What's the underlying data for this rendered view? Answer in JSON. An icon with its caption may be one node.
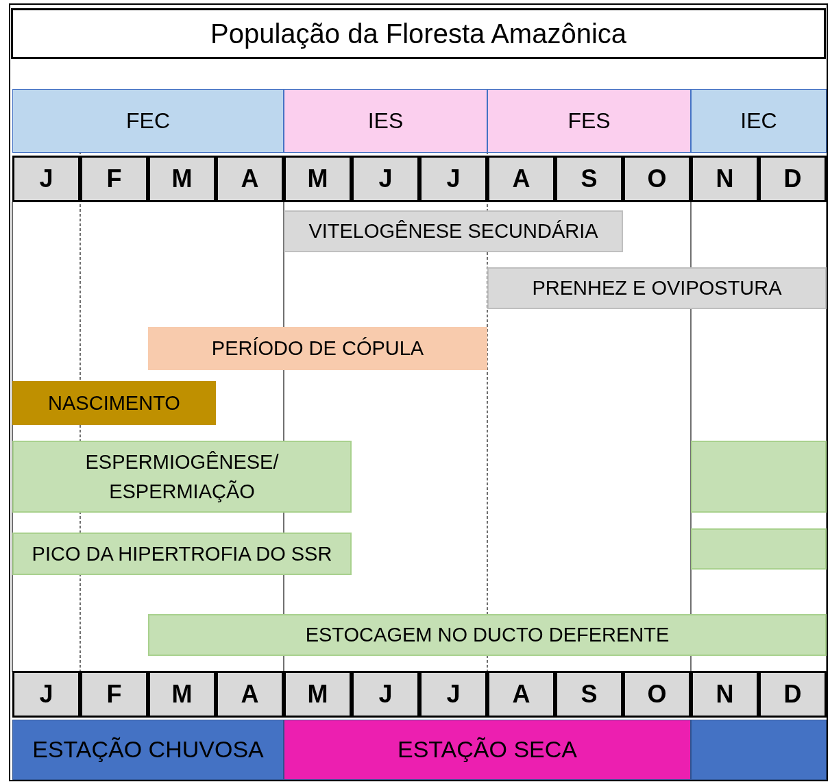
{
  "diagram": {
    "title": "População da Floresta Amazônica",
    "nodes": [
      {
        "text": [
          "FEC"
        ]
      },
      {
        "text": [
          "IES"
        ]
      },
      {
        "text": [
          "FES"
        ]
      },
      {
        "text": [
          "IEC"
        ]
      },
      {
        "text": [
          "J"
        ]
      },
      {
        "text": [
          "F"
        ]
      },
      {
        "text": [
          "M"
        ]
      },
      {
        "text": [
          "A"
        ]
      },
      {
        "text": [
          "M"
        ]
      },
      {
        "text": [
          "J"
        ]
      },
      {
        "text": [
          "J"
        ]
      },
      {
        "text": [
          "A"
        ]
      },
      {
        "text": [
          "S"
        ]
      },
      {
        "text": [
          "O"
        ]
      },
      {
        "text": [
          "N"
        ]
      },
      {
        "text": [
          "D"
        ]
      },
      {
        "text": [
          "VITELOGÊNESE SECUNDÁRIA"
        ]
      },
      {
        "text": [
          "PRENHEZ E OVIPOSTURA"
        ]
      },
      {
        "text": [
          "PERÍODO DE CÓPULA"
        ]
      },
      {
        "text": [
          "NASCIMENTO"
        ]
      },
      {
        "text": [
          "ESPERMIOGÊNESE/ ESPERMIAÇÃO"
        ]
      },
      {
        "text": [],
        "shape": "bar"
      },
      {
        "text": [
          "PICO DA HIPERTROFIA DO SSR"
        ]
      },
      {
        "text": [],
        "shape": "bar"
      },
      {
        "text": [
          "ESTOCAGEM NO DUCTO DEFERENTE"
        ]
      },
      {
        "text": [
          "J"
        ]
      },
      {
        "text": [
          "F"
        ]
      },
      {
        "text": [
          "M"
        ]
      },
      {
        "text": [
          "A"
        ]
      },
      {
        "text": [
          "M"
        ]
      },
      {
        "text": [
          "J"
        ]
      },
      {
        "text": [
          "J"
        ]
      },
      {
        "text": [
          "A"
        ]
      },
      {
        "text": [
          "S"
        ]
      },
      {
        "text": [
          "O"
        ]
      },
      {
        "text": [
          "N"
        ]
      },
      {
        "text": [
          "D"
        ]
      },
      {
        "text": [
          "ESTAÇÃO CHUVOSA"
        ]
      },
      {
        "text": [
          "ESTAÇÃO SECA"
        ]
      },
      {
        "text": [],
        "shape": "bar"
      }
    ],
    "edges": []
  }
}
